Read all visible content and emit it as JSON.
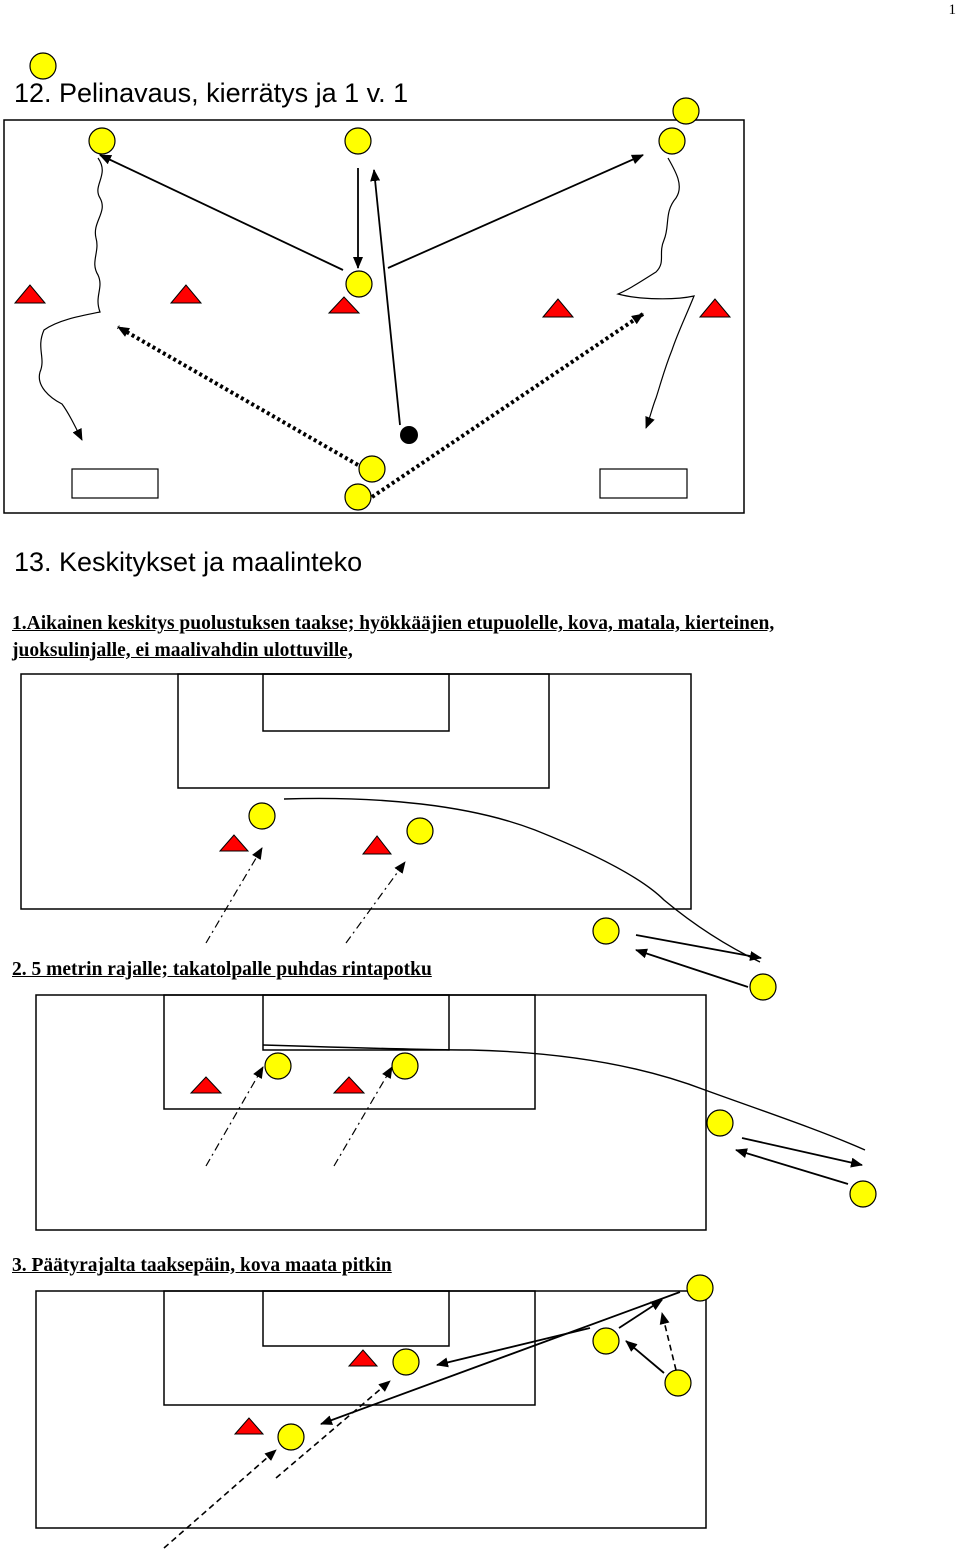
{
  "page_number": "1",
  "section12": {
    "title": "12. Pelinavaus, kierrätys ja 1 v. 1"
  },
  "section13": {
    "title": "13. Keskitykset ja maalinteko",
    "drill1": {
      "line1": "1.Aikainen keskitys puolustuksen taakse; hyökkääjien etupuolelle, kova, matala, kierteinen,",
      "line2": "juoksulinjalle, ei maalivahdin ulottuville,"
    },
    "drill2": {
      "title": "2. 5 metrin rajalle; takatolpalle puhdas rintapotku"
    },
    "drill3": {
      "title": "3. Päätyrajalta taaksepäin, kova maata pitkin"
    }
  },
  "colors": {
    "player": "#ffff00",
    "cone": "#ff0000",
    "ball": "#000000",
    "lines": "#000000"
  },
  "legend_icons": [
    "player-marker",
    "cone-marker",
    "ball-marker"
  ]
}
